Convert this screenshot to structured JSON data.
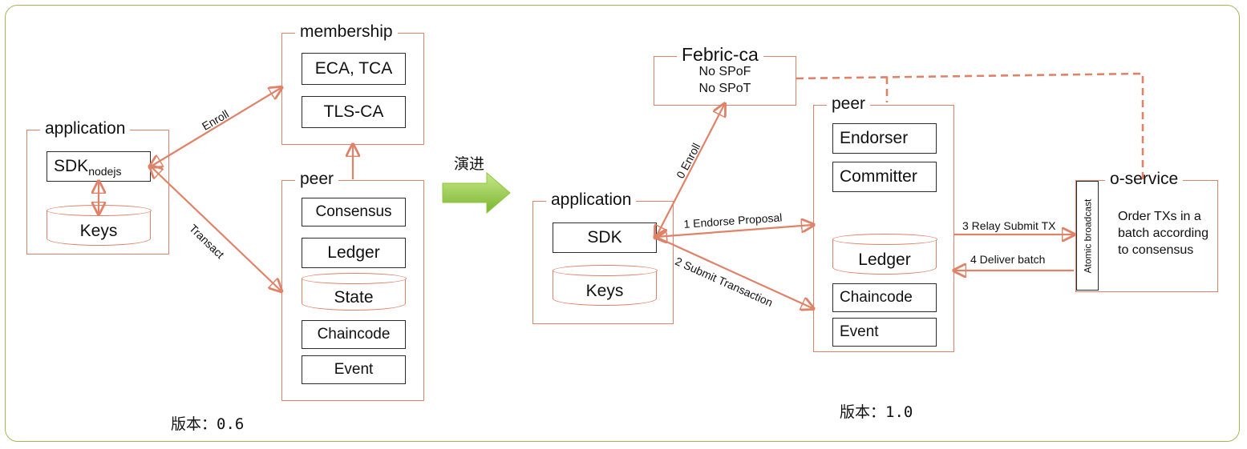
{
  "v06": {
    "membership": {
      "title": "membership",
      "eca_tca": "ECA, TCA",
      "tls_ca": "TLS-CA"
    },
    "application": {
      "title": "application",
      "sdk": "SDK",
      "sdk_sub": "nodejs",
      "keys": "Keys"
    },
    "peer": {
      "title": "peer",
      "consensus": "Consensus",
      "ledger": "Ledger",
      "state": "State",
      "chaincode": "Chaincode",
      "event": "Event"
    },
    "edges": {
      "enroll": "Enroll",
      "transact": "Transact"
    },
    "caption": "版本：0.6"
  },
  "evolve_label": "演进",
  "v10": {
    "fabric_ca": {
      "title": "Febric-ca",
      "line1": "No SPoF",
      "line2": "No SPoT"
    },
    "application": {
      "title": "application",
      "sdk": "SDK",
      "keys": "Keys"
    },
    "peer": {
      "title": "peer",
      "endorser": "Endorser",
      "committer": "Committer",
      "ledger": "Ledger",
      "chaincode": "Chaincode",
      "event": "Event"
    },
    "oservice": {
      "title": "o-service",
      "atomic": "Atomic broadcast",
      "desc": "Order TXs in a batch according to consensus"
    },
    "edges": {
      "enroll": "0 Enroll",
      "endorse": "1 Endorse Proposal",
      "submit": "2 Submit Transaction",
      "relay": "3 Relay Submit TX",
      "deliver": "4 Deliver batch"
    },
    "caption": "版本：1.0"
  },
  "colors": {
    "accent": "#e08268",
    "frame": "#9dbb55",
    "arrow_green": "#8dc63f"
  }
}
